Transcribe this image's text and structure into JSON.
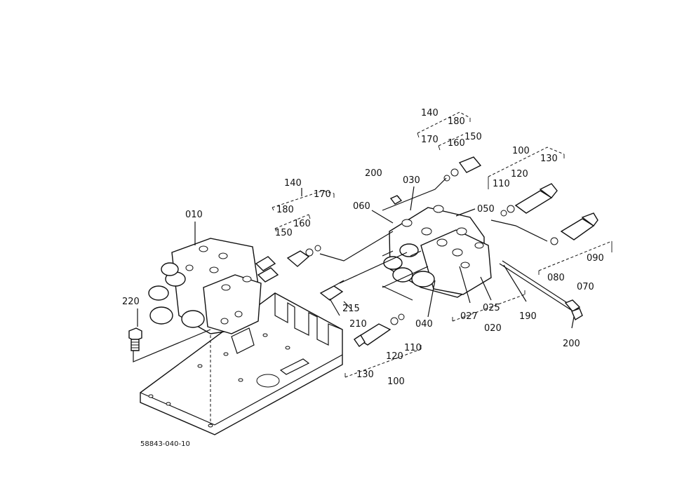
{
  "diagram": {
    "drawing_ref": "58843-040-10",
    "labels": {
      "l_010": "010",
      "l_220": "220",
      "l_140a": "140",
      "l_180a": "180",
      "l_150a": "150",
      "l_160a": "160",
      "l_170a": "170",
      "l_140b": "140",
      "l_180b": "180",
      "l_170b": "170",
      "l_160b": "160",
      "l_150b": "150",
      "l_200a": "200",
      "l_030": "030",
      "l_060": "060",
      "l_050": "050",
      "l_100a": "100",
      "l_110a": "110",
      "l_120a": "120",
      "l_130a": "130",
      "l_080": "080",
      "l_090": "090",
      "l_070": "070",
      "l_215": "215",
      "l_210": "210",
      "l_040": "040",
      "l_027": "027",
      "l_025": "025",
      "l_020": "020",
      "l_190": "190",
      "l_200b": "200",
      "l_130b": "130",
      "l_120b": "120",
      "l_110b": "110",
      "l_100b": "100"
    }
  }
}
